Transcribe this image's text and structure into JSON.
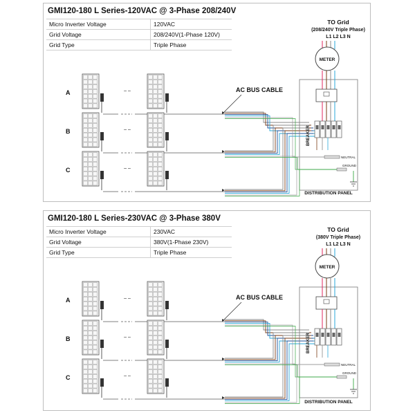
{
  "panels": [
    {
      "title": "GMI120-180 L Series-120VAC @ 3-Phase 208/240V",
      "specs": [
        {
          "label": "Micro Inverter Voltage",
          "value": "120VAC"
        },
        {
          "label": "Grid  Voltage",
          "value": "208/240V(1-Phase 120V)"
        },
        {
          "label": "Grid Type",
          "value": "Triple Phase"
        }
      ],
      "to_grid": "TO Grid",
      "grid_desc": "(208/240V Triple Phase)",
      "phase_labels": "L1 L2 L3 N",
      "meter": "METER",
      "ac_bus_cable": "AC BUS CABLE",
      "breaker": "BREAKER",
      "neutral": "NEUTRAL",
      "ground": "GROUND",
      "distribution_panel": "DISTRIBUTION PANEL",
      "rows": [
        "A",
        "B",
        "C"
      ]
    },
    {
      "title": "GMI120-180 L Series-230VAC @ 3-Phase 380V",
      "specs": [
        {
          "label": "Micro Inverter Voltage",
          "value": "230VAC"
        },
        {
          "label": "Grid  Voltage",
          "value": "380V(1-Phase 230V)"
        },
        {
          "label": "Grid Type",
          "value": "Triple Phase"
        }
      ],
      "to_grid": "TO Grid",
      "grid_desc": "(380V Triple Phase)",
      "phase_labels": "L1 L2 L3 N",
      "meter": "METER",
      "ac_bus_cable": "AC BUS CABLE",
      "breaker": "BREAKER",
      "neutral": "NEUTRAL",
      "ground": "GROUND",
      "distribution_panel": "DISTRIBUTION PANEL",
      "rows": [
        "A",
        "B",
        "C"
      ]
    }
  ],
  "colors": {
    "phase_red": "#e0245e",
    "phase_brown": "#7a3b14",
    "phase_gray": "#8a8a8a",
    "phase_cyan": "#2aa7d8",
    "ground_green": "#3aa845",
    "dark_blue": "#1d4f9a"
  }
}
